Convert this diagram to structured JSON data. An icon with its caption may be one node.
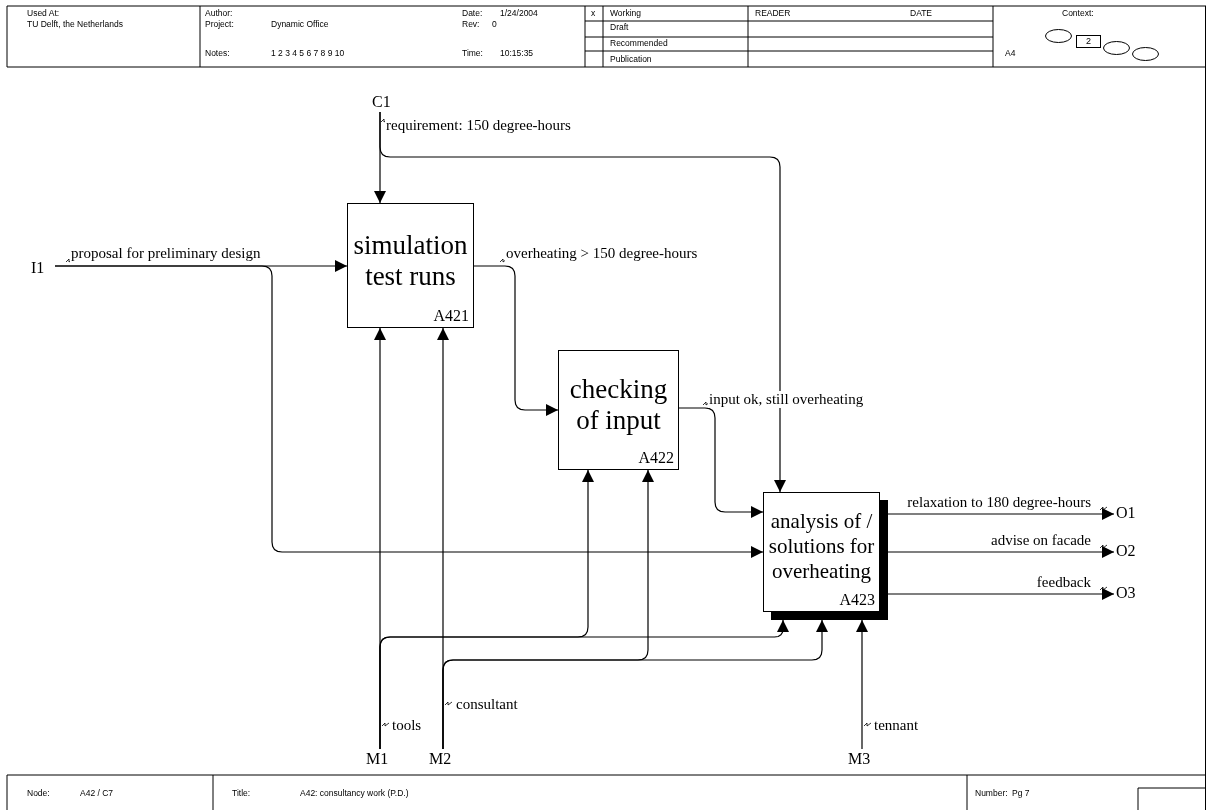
{
  "diagram": {
    "nodes": [
      {
        "text": [
          "simulation test runs",
          "A421"
        ]
      },
      {
        "text": [
          "checking of input",
          "A422"
        ]
      },
      {
        "text": [
          "analysis of / solutions for overheating",
          "A423"
        ]
      },
      {
        "text": [
          "C1"
        ]
      },
      {
        "text": [
          "I1"
        ]
      },
      {
        "text": [
          "M1"
        ]
      },
      {
        "text": [
          "M2"
        ]
      },
      {
        "text": [
          "M3"
        ]
      },
      {
        "text": [
          "O1"
        ]
      },
      {
        "text": [
          "O2"
        ]
      },
      {
        "text": [
          "O3"
        ]
      },
      {
        "text": [],
        "shape": "ellipse"
      },
      {
        "text": [
          "2"
        ]
      },
      {
        "text": [],
        "shape": "ellipse"
      },
      {
        "text": [],
        "shape": "ellipse"
      }
    ],
    "edges": [
      {
        "from": 3,
        "to": 0,
        "arrow": "to",
        "label": "requirement: 150 degree-hours"
      },
      {
        "from": 3,
        "to": 2,
        "arrow": "to"
      },
      {
        "from": 4,
        "to": 0,
        "arrow": "to",
        "label": "proposal for preliminary design"
      },
      {
        "from": 4,
        "to": 2,
        "arrow": "to"
      },
      {
        "from": 0,
        "to": 1,
        "arrow": "to",
        "label": "overheating > 150 degree-hours"
      },
      {
        "from": 1,
        "to": 2,
        "arrow": "to",
        "label": "input ok, still overheating"
      },
      {
        "from": 5,
        "to": 0,
        "arrow": "to",
        "label": "tools"
      },
      {
        "from": 5,
        "to": 1,
        "arrow": "to"
      },
      {
        "from": 5,
        "to": 2,
        "arrow": "to"
      },
      {
        "from": 6,
        "to": 0,
        "arrow": "to",
        "label": "consultant"
      },
      {
        "from": 6,
        "to": 1,
        "arrow": "to"
      },
      {
        "from": 6,
        "to": 2,
        "arrow": "to"
      },
      {
        "from": 7,
        "to": 2,
        "arrow": "to",
        "label": "tennant"
      },
      {
        "from": 2,
        "to": 8,
        "arrow": "to",
        "label": "relaxation to 180 degree-hours"
      },
      {
        "from": 2,
        "to": 9,
        "arrow": "to",
        "label": "advise on facade"
      },
      {
        "from": 2,
        "to": 10,
        "arrow": "to",
        "label": "feedback"
      }
    ],
    "labels": [
      "Used At:",
      "Author:",
      "Date:",
      "1/24/2004",
      "x",
      "Working",
      "READER",
      "DATE",
      "Context:",
      "TU Delft, the Netherlands",
      "Project:",
      "Dynamic Office",
      "Rev:",
      "0",
      "Draft",
      "Recommended",
      "Notes:",
      "1 2 3 4 5 6 7 8 9 10",
      "Time:",
      "10:15:35",
      "Publication",
      "A4",
      "Node:",
      "A42 / C7",
      "Title:",
      "A42: consultancy work (P.D.)",
      "Number:",
      "Pg 7"
    ]
  }
}
